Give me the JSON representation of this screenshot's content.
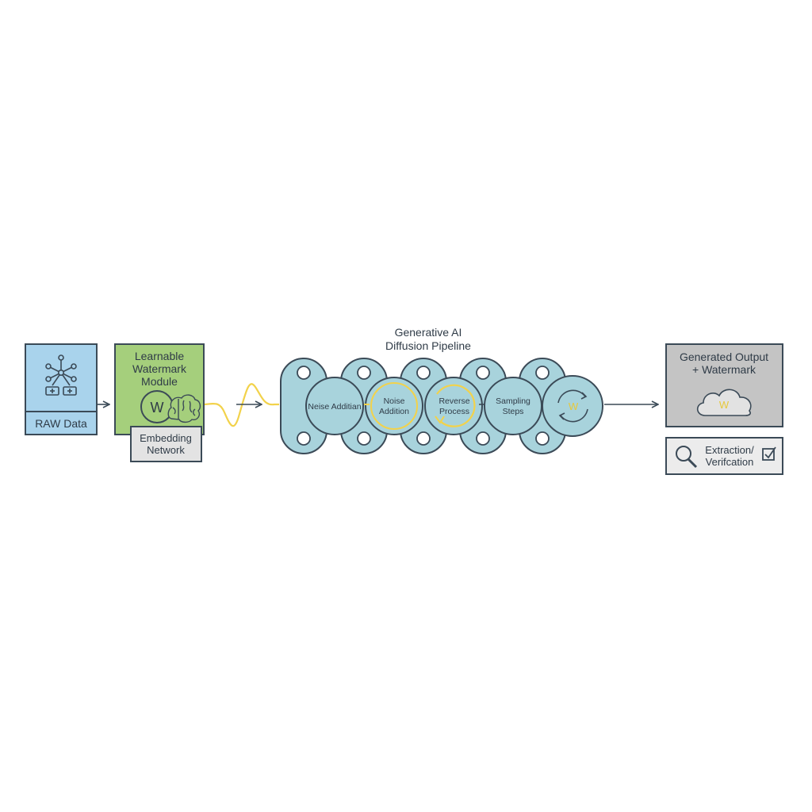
{
  "raw_data": {
    "label": "RAW Data"
  },
  "watermark_module": {
    "title_lines": [
      "Learnable",
      "Watermark",
      "Module"
    ],
    "badge_letter": "W",
    "embedding_lines": [
      "Embedding",
      "Network"
    ]
  },
  "pipeline": {
    "title_lines": [
      "Generative AI",
      "Diffusion Pipeline"
    ],
    "stages": [
      {
        "lines": [
          "Neise Additian"
        ]
      },
      {
        "lines": [
          "Noise",
          "Addition"
        ]
      },
      {
        "lines": [
          "Reverse",
          "Process"
        ]
      },
      {
        "lines": [
          "Sampling",
          "Steps"
        ]
      },
      {
        "lines": [
          "W"
        ]
      }
    ]
  },
  "output": {
    "title_lines": [
      "Generated Output",
      "+ Watermark"
    ],
    "cloud_letter": "W",
    "verify_lines": [
      "Extraction/",
      "Verifcation"
    ]
  },
  "colors": {
    "raw_fill": "#a9d3ec",
    "module_fill": "#a5cf7c",
    "embed_fill": "#e3e3e3",
    "pipeline_fill": "#a8d3dc",
    "output_fill": "#c4c4c4",
    "verify_fill": "#ececec",
    "stroke": "#3b4a57",
    "accent": "#f2d24b"
  }
}
